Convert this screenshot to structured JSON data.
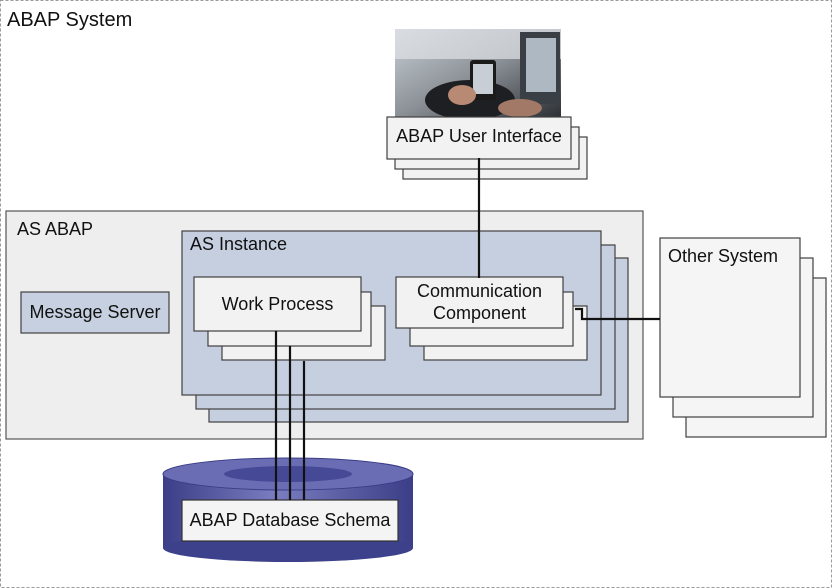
{
  "diagram": {
    "system_title": "ABAP System",
    "user_interface": "ABAP User Interface",
    "as_abap": "AS ABAP",
    "as_instance": "AS Instance",
    "message_server": "Message Server",
    "work_process": "Work Process",
    "communication_component_line1": "Communication",
    "communication_component_line2": "Component",
    "other_system": "Other System",
    "database_schema": "ABAP Database Schema"
  },
  "colors": {
    "panel_gray": "#eeeeee",
    "instance_blue": "#c6cfdf",
    "message_server_fill": "#c6d0e0",
    "box_white": "#f2f2f2",
    "database_purple": "#5b5ea6",
    "border": "#404040"
  },
  "icons": {
    "user_interface_photo": "user-device-photo"
  }
}
